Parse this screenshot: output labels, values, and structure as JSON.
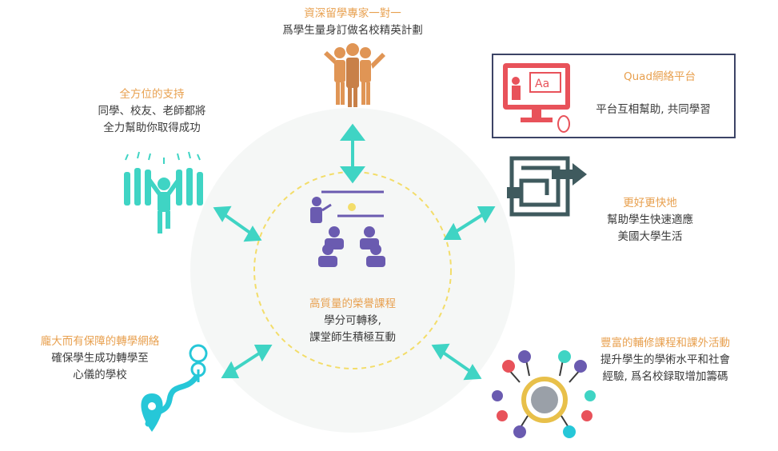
{
  "center": {
    "title": "高質量的榮譽課程",
    "lines": [
      "學分可轉移,",
      "課堂師生積極互動"
    ]
  },
  "top": {
    "title": "資深留學專家一對一",
    "lines": [
      "爲學生量身訂做名校精英計劃"
    ]
  },
  "top_left": {
    "title": "全方位的支持",
    "lines": [
      "同學、校友、老師都將",
      "全力幫助你取得成功"
    ]
  },
  "quad": {
    "title": "Quad網絡平台",
    "lines": [
      "平台互相幫助, 共同學習"
    ],
    "screen_label": "Aa"
  },
  "right": {
    "title": "更好更快地",
    "lines": [
      "幫助學生快速適應",
      "美國大學生活"
    ]
  },
  "bottom_left": {
    "title": "龐大而有保障的轉學網絡",
    "lines": [
      "確保學生成功轉學至",
      "心儀的學校"
    ]
  },
  "bottom_right": {
    "title": "豐富的輔修課程和課外活動",
    "lines": [
      "提升學生的學術水平和社會",
      "經驗, 爲名校録取增加籌碼"
    ]
  },
  "colors": {
    "orange": "#e8a04f",
    "teal": "#3fd4c4",
    "purple": "#6a5bb0",
    "red": "#e8525a",
    "navy": "#3c4466",
    "dark_teal": "#3f5a5e"
  }
}
